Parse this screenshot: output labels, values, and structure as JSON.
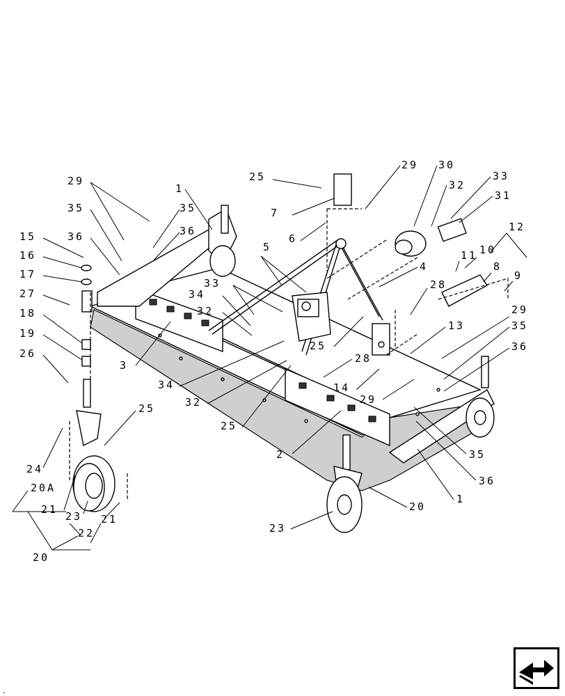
{
  "diagram": {
    "labels": [
      "1",
      "1",
      "2",
      "3",
      "4",
      "5",
      "6",
      "7",
      "8",
      "9",
      "10",
      "11",
      "12",
      "13",
      "14",
      "15",
      "16",
      "17",
      "18",
      "19",
      "20",
      "20",
      "20A",
      "21",
      "21",
      "22",
      "23",
      "23",
      "24",
      "25",
      "25",
      "25",
      "25",
      "26",
      "27",
      "28",
      "28",
      "29",
      "29",
      "29",
      "29",
      "30",
      "31",
      "32",
      "32",
      "32",
      "33",
      "33",
      "34",
      "34",
      "35",
      "35",
      "35",
      "35",
      "36",
      "36",
      "36",
      "36"
    ],
    "corner_mark": "."
  },
  "nav_icon": {
    "icon": "next-page-arrow-icon"
  }
}
